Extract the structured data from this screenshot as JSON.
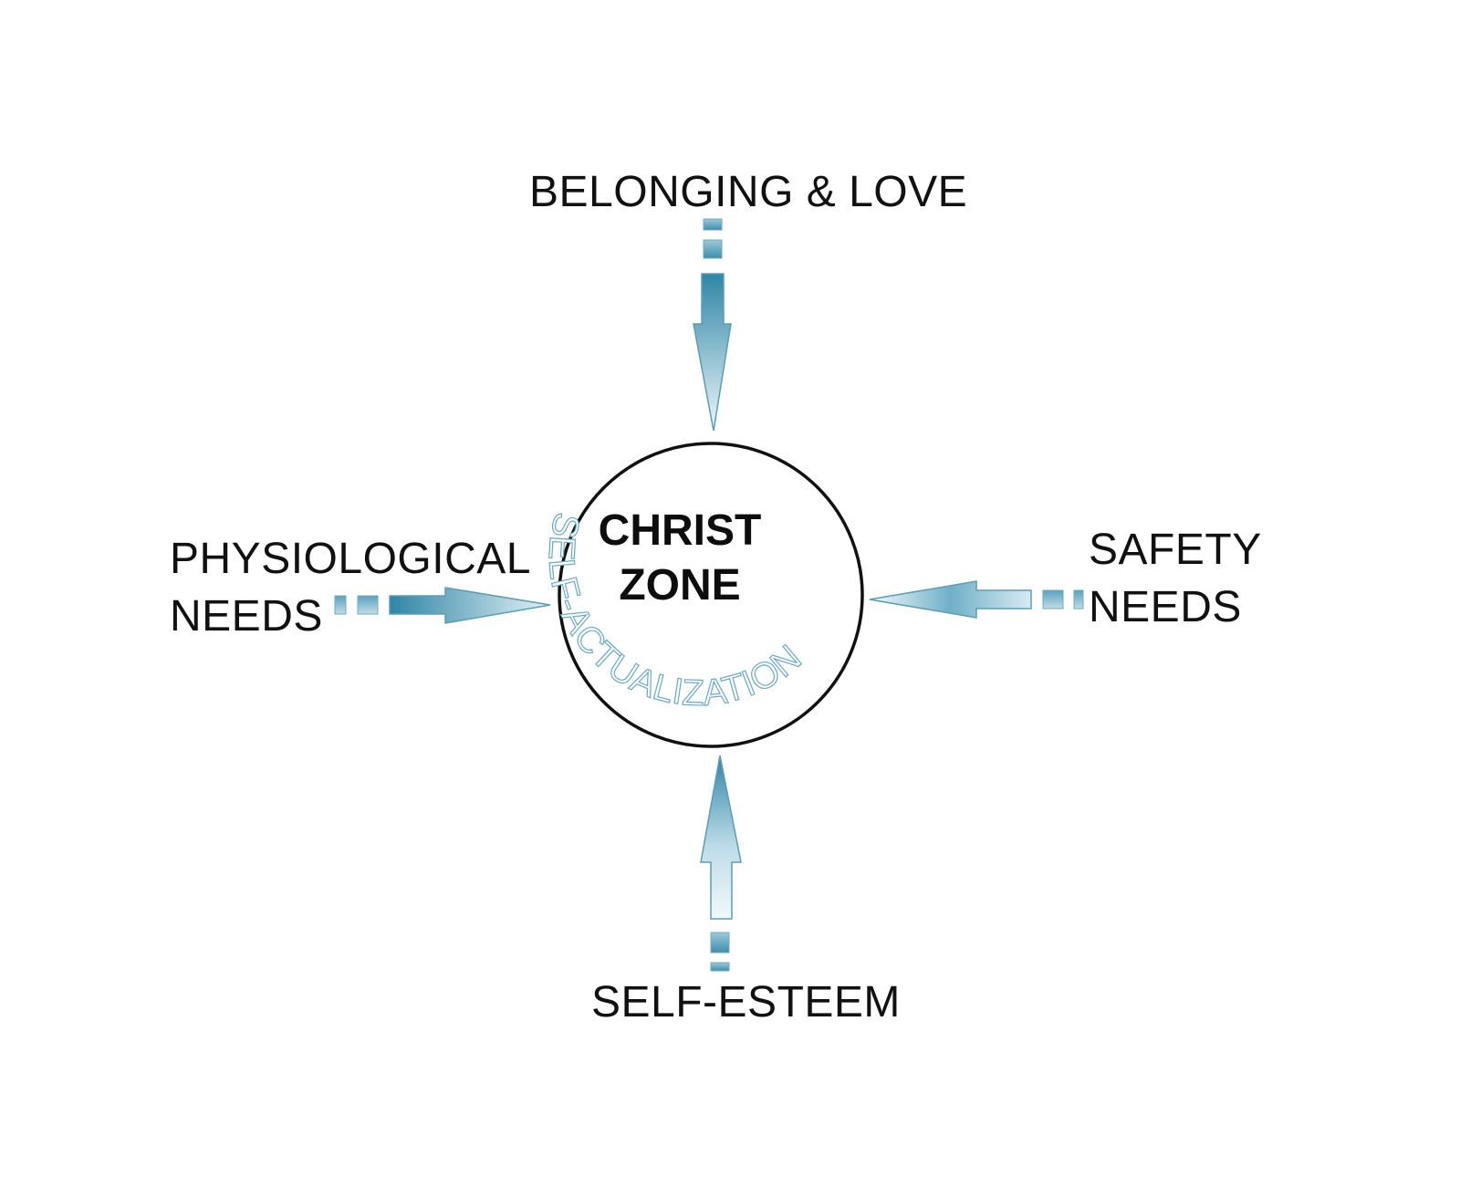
{
  "labels": {
    "top": "BELONGING & LOVE",
    "left_line1": "PHYSIOLOGICAL",
    "left_line2": "NEEDS",
    "right_line1": "SAFETY",
    "right_line2": "NEEDS",
    "bottom": "SELF-ESTEEM"
  },
  "center": {
    "line1": "CHRIST",
    "line2": "ZONE",
    "ring_text": "SELF-ACTUALIZATION"
  },
  "colors": {
    "arrow_dark": "#2f86a6",
    "arrow_light": "#e9f4f8",
    "ring_text": "#6aa9c2",
    "circle_stroke": "#111111"
  }
}
